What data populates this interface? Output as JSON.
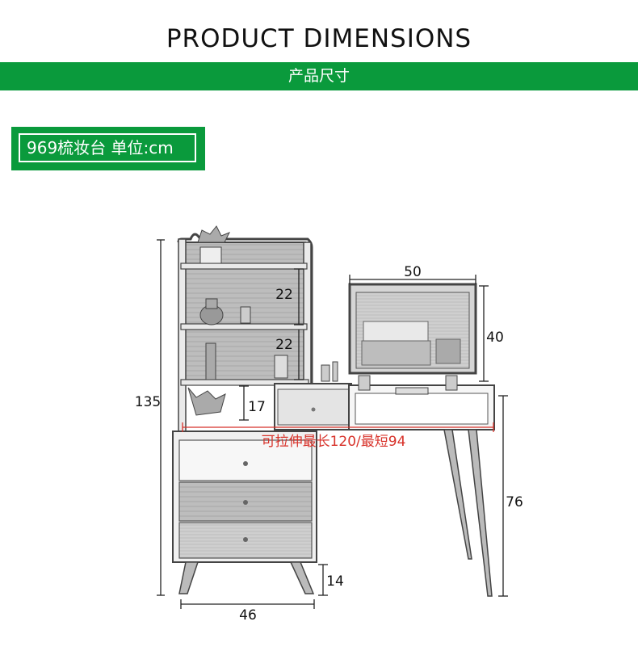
{
  "header": {
    "title": "PRODUCT DIMENSIONS",
    "subtitle": "产品尺寸"
  },
  "model_tag": "969梳妆台 单位:cm",
  "dimensions": {
    "mirror_width": "50",
    "mirror_height": "40",
    "shelf_gap_1": "22",
    "shelf_gap_2": "22",
    "lower_gap": "17",
    "total_height": "135",
    "table_height": "76",
    "leg_height": "14",
    "cabinet_width": "46",
    "extension_note": "可拉伸最长120/最短94"
  },
  "colors": {
    "brand_green": "#0a9a3c",
    "annotation_red": "#d8322a"
  }
}
